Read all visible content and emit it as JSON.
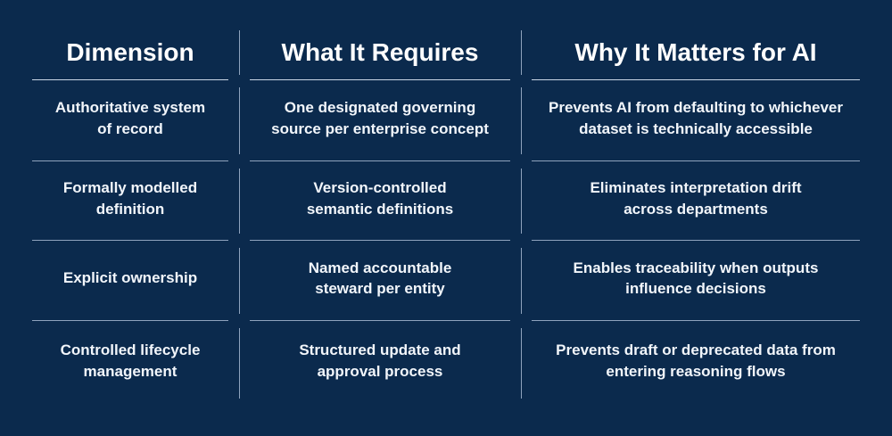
{
  "colors": {
    "background": "#0b2a4d",
    "header_text": "#ffffff",
    "body_text": "#f2f6fb",
    "row_line": "#8fa3bd",
    "header_line": "#c9d6e6"
  },
  "table": {
    "headers": {
      "dimension": "Dimension",
      "requires": "What It Requires",
      "matters": "Why It Matters for AI"
    },
    "rows": [
      {
        "dimension": "Authoritative system\nof record",
        "requires": "One designated governing\nsource per enterprise concept",
        "matters": "Prevents AI from defaulting to whichever\ndataset is technically accessible"
      },
      {
        "dimension": "Formally modelled\ndefinition",
        "requires": "Version-controlled\nsemantic definitions",
        "matters": "Eliminates interpretation drift\nacross departments"
      },
      {
        "dimension": "Explicit ownership",
        "requires": "Named accountable\nsteward per entity",
        "matters": "Enables traceability when outputs\ninfluence decisions"
      },
      {
        "dimension": "Controlled lifecycle\nmanagement",
        "requires": "Structured update and\napproval process",
        "matters": "Prevents draft or deprecated data from\nentering reasoning flows"
      }
    ]
  }
}
